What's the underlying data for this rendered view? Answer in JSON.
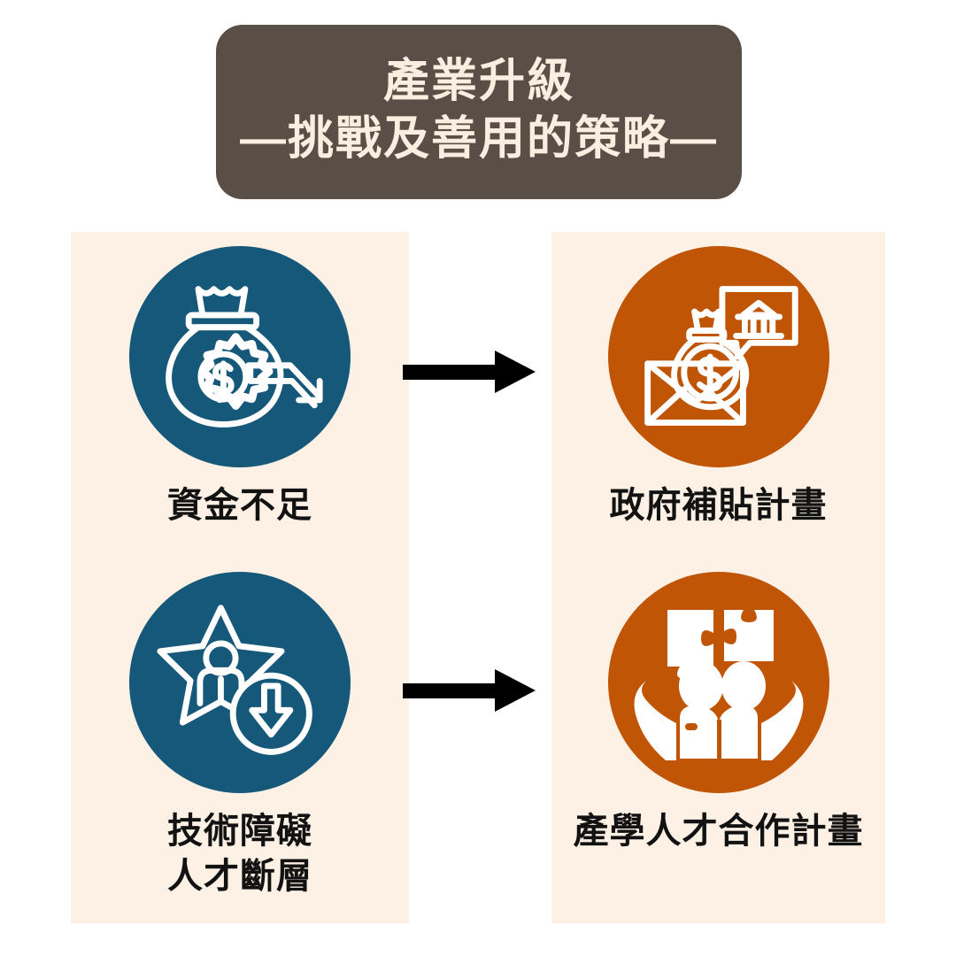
{
  "title": {
    "line1": "產業升級",
    "line2": "—挑戰及善用的策略—"
  },
  "colors": {
    "title_bar_bg": "#5a4f46",
    "title_text": "#faeee0",
    "panel_bg": "#fdf1e5",
    "challenge_circle": "#15587a",
    "solution_circle": "#c05505",
    "arrow": "#000000",
    "label_text": "#121212",
    "page_bg": "#ffffff"
  },
  "rows": [
    {
      "challenge": {
        "label": "資金不足",
        "icon": "money-bag-gear-down-arrow-icon"
      },
      "solution": {
        "label": "政府補貼計畫",
        "icon": "envelope-money-bank-icon"
      },
      "arrow": "arrow-right-icon"
    },
    {
      "challenge": {
        "label": "技術障礙\n人才斷層",
        "icon": "star-person-down-arrow-icon"
      },
      "solution": {
        "label": "產學人才合作計畫",
        "icon": "hands-people-puzzle-icon"
      },
      "arrow": "arrow-right-icon"
    }
  ]
}
